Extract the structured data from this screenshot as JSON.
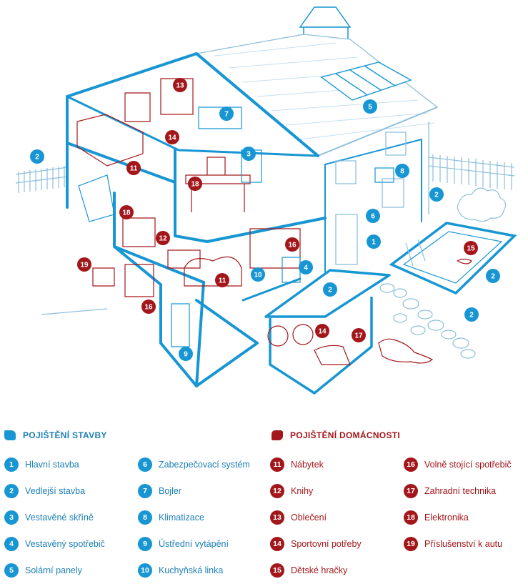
{
  "colors": {
    "structure": "#1796d3",
    "household": "#a3171b",
    "line": "#1796d3",
    "sketch": "#b7d6ea"
  },
  "legend": {
    "building": {
      "title": "POJIŠTĚNÍ STAVBY",
      "icon": "blue-paint-swatch-icon",
      "items": [
        {
          "n": "1",
          "label": "Hlavní stavba"
        },
        {
          "n": "2",
          "label": "Vedlejší stavba"
        },
        {
          "n": "3",
          "label": "Vestavěné skříně"
        },
        {
          "n": "4",
          "label": "Vestavěný spotřebič"
        },
        {
          "n": "5",
          "label": "Solární panely"
        },
        {
          "n": "6",
          "label": "Zabezpečovací systém"
        },
        {
          "n": "7",
          "label": "Bojler"
        },
        {
          "n": "8",
          "label": "Klimatizace"
        },
        {
          "n": "9",
          "label": "Ústřední vytápění"
        },
        {
          "n": "10",
          "label": "Kuchyňská linka"
        }
      ]
    },
    "household": {
      "title": "POJIŠTĚNÍ DOMÁCNOSTI",
      "icon": "red-paint-swatch-icon",
      "items": [
        {
          "n": "11",
          "label": "Nábytek"
        },
        {
          "n": "12",
          "label": "Knihy"
        },
        {
          "n": "13",
          "label": "Oblečení"
        },
        {
          "n": "14",
          "label": "Sportovní potřeby"
        },
        {
          "n": "15",
          "label": "Dětské hračky"
        },
        {
          "n": "16",
          "label": "Volně stojící spotřebič"
        },
        {
          "n": "17",
          "label": "Zahradní technika"
        },
        {
          "n": "18",
          "label": "Elektronika"
        },
        {
          "n": "19",
          "label": "Příslušenství k autu"
        }
      ]
    }
  },
  "markers": [
    {
      "n": "2",
      "kind": "building"
    },
    {
      "n": "2",
      "kind": "building"
    },
    {
      "n": "2",
      "kind": "building"
    },
    {
      "n": "2",
      "kind": "building"
    },
    {
      "n": "2",
      "kind": "building"
    },
    {
      "n": "1",
      "kind": "building"
    },
    {
      "n": "3",
      "kind": "building"
    },
    {
      "n": "4",
      "kind": "building"
    },
    {
      "n": "5",
      "kind": "building"
    },
    {
      "n": "6",
      "kind": "building"
    },
    {
      "n": "7",
      "kind": "building"
    },
    {
      "n": "8",
      "kind": "building"
    },
    {
      "n": "9",
      "kind": "building"
    },
    {
      "n": "10",
      "kind": "building"
    },
    {
      "n": "11",
      "kind": "household"
    },
    {
      "n": "11",
      "kind": "household"
    },
    {
      "n": "12",
      "kind": "household"
    },
    {
      "n": "13",
      "kind": "household"
    },
    {
      "n": "14",
      "kind": "household"
    },
    {
      "n": "14",
      "kind": "household"
    },
    {
      "n": "15",
      "kind": "household"
    },
    {
      "n": "16",
      "kind": "household"
    },
    {
      "n": "16",
      "kind": "household"
    },
    {
      "n": "17",
      "kind": "household"
    },
    {
      "n": "18",
      "kind": "household"
    },
    {
      "n": "18",
      "kind": "household"
    },
    {
      "n": "19",
      "kind": "household"
    }
  ]
}
